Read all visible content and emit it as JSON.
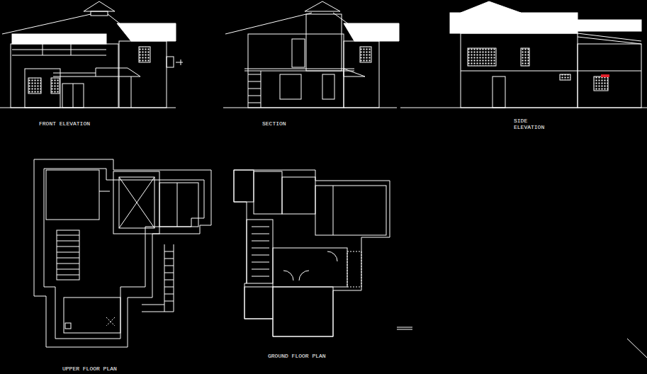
{
  "diagram": {
    "labels": [
      "FRONT ELEVATION",
      "SECTION",
      "SIDE ELEVATION",
      "UPPER FLOOR PLAN",
      "GROUND FLOOR PLAN"
    ]
  }
}
